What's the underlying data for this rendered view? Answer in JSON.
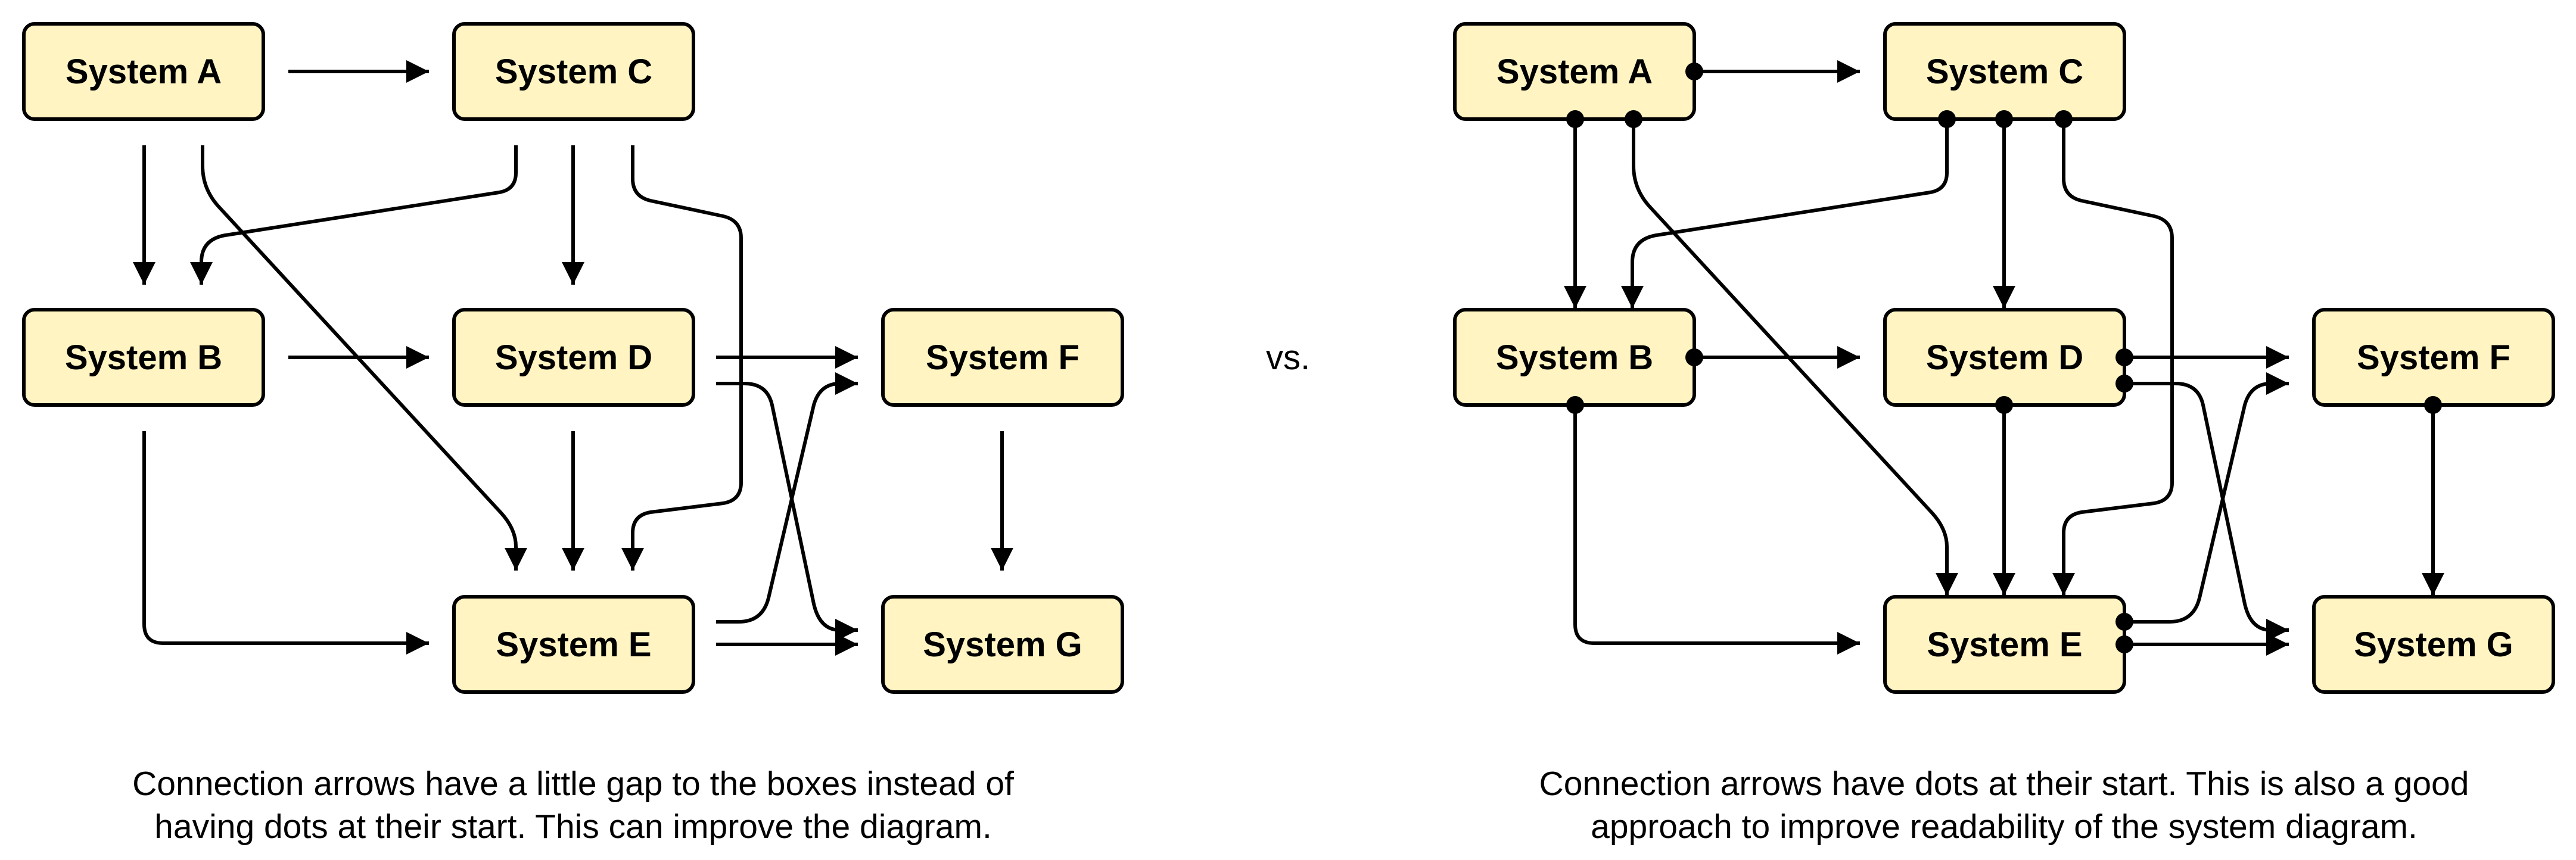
{
  "colors": {
    "box_fill": "#fff4c2",
    "box_stroke": "#000000",
    "line": "#000000",
    "background": "#ffffff"
  },
  "left_diagram": {
    "nodes": {
      "A": "System A",
      "B": "System B",
      "C": "System C",
      "D": "System D",
      "E": "System E",
      "F": "System F",
      "G": "System G"
    },
    "caption_line1": "Connection arrows have a little gap to the boxes instead of",
    "caption_line2": "having dots at their start. This can improve the diagram."
  },
  "separator": "vs.",
  "right_diagram": {
    "nodes": {
      "A": "System A",
      "B": "System B",
      "C": "System C",
      "D": "System D",
      "E": "System E",
      "F": "System F",
      "G": "System G"
    },
    "caption_line1": "Connection arrows have dots at their start. This is also a good",
    "caption_line2": "approach to improve readability of the system diagram."
  }
}
